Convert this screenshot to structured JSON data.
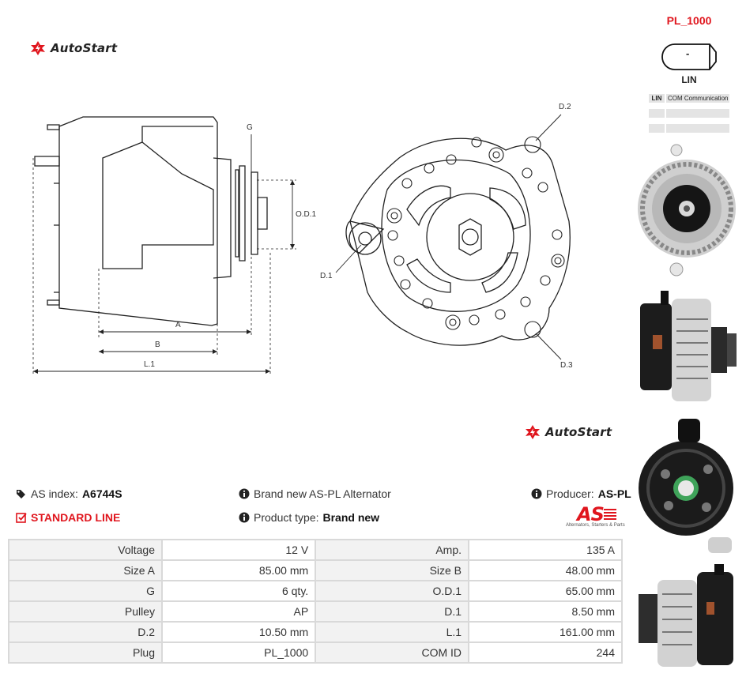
{
  "brand": {
    "name": "AutoStart",
    "color": "#e0161e"
  },
  "drawing": {
    "labels": {
      "g": "G",
      "od1": "O.D.1",
      "a": "A",
      "b": "B",
      "l1": "L.1",
      "d1": "D.1",
      "d2": "D.2",
      "d3": "D.3"
    }
  },
  "plug": {
    "code": "PL_1000",
    "connector_symbol": "-",
    "name": "LIN",
    "pins": [
      {
        "pin": "LIN",
        "function": "COM Communication"
      },
      {
        "pin": "",
        "function": ""
      },
      {
        "pin": "",
        "function": ""
      }
    ]
  },
  "photos": [
    {
      "name": "alternator-front-photo"
    },
    {
      "name": "alternator-side-photo"
    },
    {
      "name": "alternator-rear-photo"
    },
    {
      "name": "alternator-side2-photo"
    }
  ],
  "info": {
    "as_index_label": "AS index:",
    "as_index_value": "A6744S",
    "line": "STANDARD LINE",
    "description": "Brand new AS-PL Alternator",
    "product_type_label": "Product type:",
    "product_type_value": "Brand new",
    "producer_label": "Producer:",
    "producer_value": "AS-PL",
    "as_logo_text": "AS",
    "as_logo_tagline": "Alternators, Starters & Parts"
  },
  "specs": [
    {
      "l1": "Voltage",
      "v1": "12 V",
      "l2": "Amp.",
      "v2": "135 A"
    },
    {
      "l1": "Size A",
      "v1": "85.00 mm",
      "l2": "Size B",
      "v2": "48.00 mm"
    },
    {
      "l1": "G",
      "v1": "6 qty.",
      "l2": "O.D.1",
      "v2": "65.00 mm"
    },
    {
      "l1": "Pulley",
      "v1": "AP",
      "l2": "D.1",
      "v2": "8.50 mm"
    },
    {
      "l1": "D.2",
      "v1": "10.50 mm",
      "l2": "L.1",
      "v2": "161.00 mm"
    },
    {
      "l1": "Plug",
      "v1": "PL_1000",
      "l2": "COM ID",
      "v2": "244"
    }
  ]
}
